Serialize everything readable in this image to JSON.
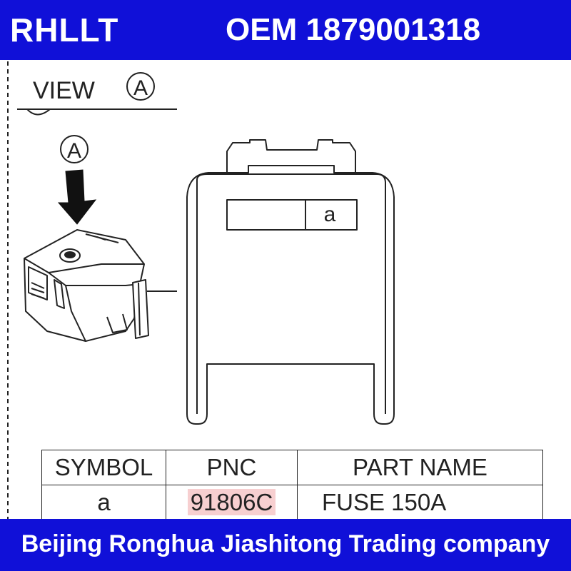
{
  "header": {
    "brand": "RHLLT",
    "oem_label": "OEM 1879001318"
  },
  "footer": {
    "company": "Beijing Ronghua Jiashitong Trading company"
  },
  "diagram": {
    "view_label": "VIEW",
    "view_marker": "A",
    "arrow_marker": "A",
    "fuse_slot_symbol": "a"
  },
  "parts_table": {
    "headers": [
      "SYMBOL",
      "PNC",
      "PART NAME"
    ],
    "rows": [
      {
        "symbol": "a",
        "pnc": "91806C",
        "part_name": "FUSE 150A"
      }
    ],
    "highlight_color": "#f7cfd0"
  },
  "colors": {
    "banner": "#1010d8",
    "banner_text": "#ffffff",
    "line": "#222222"
  }
}
